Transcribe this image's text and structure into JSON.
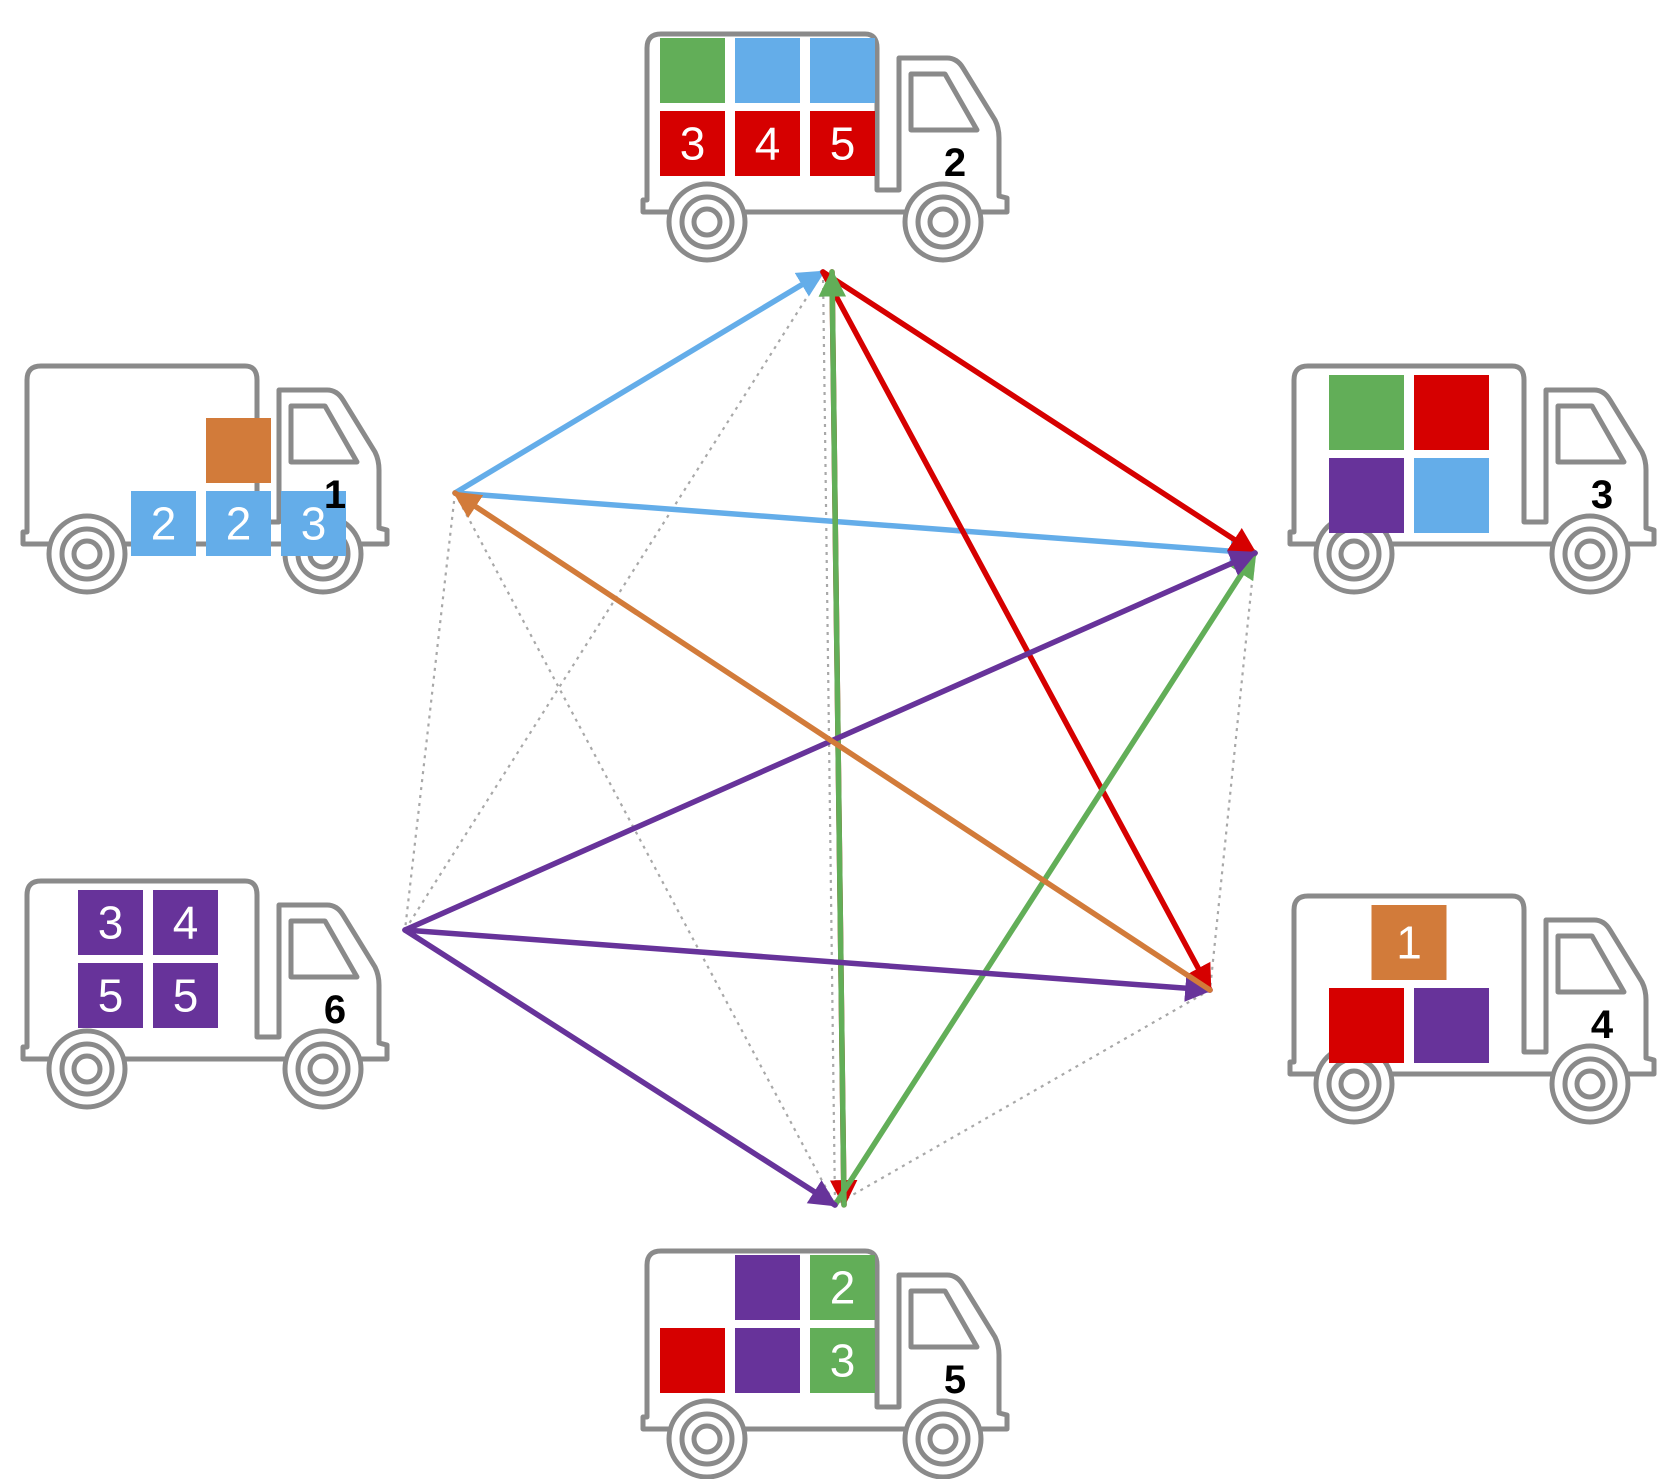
{
  "colors": {
    "orange": "#D27B3A",
    "blue": "#64ADE9",
    "green": "#62AE58",
    "red": "#D60000",
    "purple": "#67339A",
    "truck_outline": "#8A8A8A",
    "dotted": "#A8A8A8"
  },
  "trucks": [
    {
      "id": "1",
      "label": "1",
      "boxes": [
        {
          "row": 0,
          "col": 1,
          "color": "orange",
          "text": ""
        },
        {
          "row": 1,
          "col": 0,
          "color": "blue",
          "text": "2"
        },
        {
          "row": 1,
          "col": 1,
          "color": "blue",
          "text": "2"
        },
        {
          "row": 1,
          "col": 2,
          "color": "blue",
          "text": "3"
        }
      ]
    },
    {
      "id": "2",
      "label": "2",
      "boxes": [
        {
          "row": 0,
          "col": 0,
          "color": "green",
          "text": ""
        },
        {
          "row": 0,
          "col": 1,
          "color": "blue",
          "text": ""
        },
        {
          "row": 0,
          "col": 2,
          "color": "blue",
          "text": ""
        },
        {
          "row": 1,
          "col": 0,
          "color": "red",
          "text": "3"
        },
        {
          "row": 1,
          "col": 1,
          "color": "red",
          "text": "4"
        },
        {
          "row": 1,
          "col": 2,
          "color": "red",
          "text": "5"
        }
      ]
    },
    {
      "id": "3",
      "label": "3",
      "boxes": [
        {
          "row": 0,
          "col": 0,
          "color": "green",
          "text": ""
        },
        {
          "row": 0,
          "col": 1,
          "color": "red",
          "text": ""
        },
        {
          "row": 1,
          "col": 0,
          "color": "purple",
          "text": ""
        },
        {
          "row": 1,
          "col": 1,
          "color": "blue",
          "text": ""
        }
      ]
    },
    {
      "id": "4",
      "label": "4",
      "boxes": [
        {
          "row": 0,
          "col": 0.5,
          "color": "orange",
          "text": "1"
        },
        {
          "row": 1,
          "col": 0,
          "color": "red",
          "text": ""
        },
        {
          "row": 1,
          "col": 1,
          "color": "purple",
          "text": ""
        }
      ]
    },
    {
      "id": "5",
      "label": "5",
      "boxes": [
        {
          "row": 0,
          "col": 1,
          "color": "purple",
          "text": ""
        },
        {
          "row": 0,
          "col": 2,
          "color": "green",
          "text": "2"
        },
        {
          "row": 1,
          "col": 0,
          "color": "red",
          "text": ""
        },
        {
          "row": 1,
          "col": 1,
          "color": "purple",
          "text": ""
        },
        {
          "row": 1,
          "col": 2,
          "color": "green",
          "text": "3"
        }
      ]
    },
    {
      "id": "6",
      "label": "6",
      "boxes": [
        {
          "row": 0,
          "col": 0,
          "color": "purple",
          "text": "3"
        },
        {
          "row": 0,
          "col": 1,
          "color": "purple",
          "text": "4"
        },
        {
          "row": 1,
          "col": 0,
          "color": "purple",
          "text": "5"
        },
        {
          "row": 1,
          "col": 1,
          "color": "purple",
          "text": "5"
        }
      ]
    }
  ],
  "dotted_links": [
    [
      "1",
      "2"
    ],
    [
      "1",
      "5"
    ],
    [
      "1",
      "6"
    ],
    [
      "2",
      "6"
    ],
    [
      "3",
      "4"
    ],
    [
      "4",
      "5"
    ],
    [
      "2",
      "5"
    ]
  ],
  "arrows": [
    {
      "from": "1",
      "to": "2",
      "color": "blue"
    },
    {
      "from": "1",
      "to": "3",
      "color": "blue"
    },
    {
      "from": "2",
      "to": "3",
      "color": "red"
    },
    {
      "from": "2",
      "to": "4",
      "color": "red"
    },
    {
      "from": "2",
      "to": "5",
      "color": "red"
    },
    {
      "from": "5",
      "to": "2",
      "color": "green"
    },
    {
      "from": "5",
      "to": "3",
      "color": "green"
    },
    {
      "from": "6",
      "to": "3",
      "color": "purple"
    },
    {
      "from": "6",
      "to": "4",
      "color": "purple"
    },
    {
      "from": "6",
      "to": "5",
      "color": "purple"
    },
    {
      "from": "4",
      "to": "1",
      "color": "orange"
    }
  ]
}
